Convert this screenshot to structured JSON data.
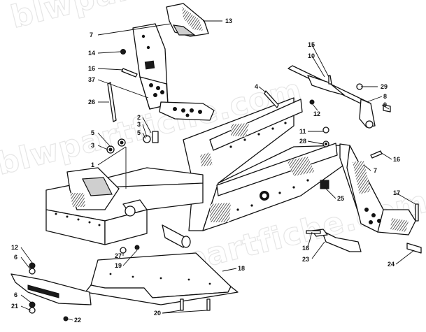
{
  "watermark": {
    "text": "blwpartfiche.com",
    "color": "#e6e6e6"
  },
  "colors": {
    "line": "#111111",
    "background": "#ffffff",
    "shading": "#cfcfcf"
  },
  "callouts": [
    {
      "id": "c1",
      "text": "1"
    },
    {
      "id": "c2",
      "text": "2"
    },
    {
      "id": "c3a",
      "text": "3"
    },
    {
      "id": "c3b",
      "text": "3"
    },
    {
      "id": "c4",
      "text": "4"
    },
    {
      "id": "c5a",
      "text": "5"
    },
    {
      "id": "c5b",
      "text": "5"
    },
    {
      "id": "c6a",
      "text": "6"
    },
    {
      "id": "c6b",
      "text": "6"
    },
    {
      "id": "c7a",
      "text": "7"
    },
    {
      "id": "c7b",
      "text": "7"
    },
    {
      "id": "c8",
      "text": "8"
    },
    {
      "id": "c9",
      "text": "9"
    },
    {
      "id": "c10",
      "text": "10"
    },
    {
      "id": "c11",
      "text": "11"
    },
    {
      "id": "c12a",
      "text": "12"
    },
    {
      "id": "c12b",
      "text": "12"
    },
    {
      "id": "c13",
      "text": "13"
    },
    {
      "id": "c14",
      "text": "14"
    },
    {
      "id": "c15",
      "text": "15"
    },
    {
      "id": "c16a",
      "text": "16"
    },
    {
      "id": "c16b",
      "text": "16"
    },
    {
      "id": "c16c",
      "text": "16"
    },
    {
      "id": "c17a",
      "text": "17"
    },
    {
      "id": "c17b",
      "text": "17"
    },
    {
      "id": "c18",
      "text": "18"
    },
    {
      "id": "c19",
      "text": "19"
    },
    {
      "id": "c20",
      "text": "20"
    },
    {
      "id": "c21",
      "text": "21"
    },
    {
      "id": "c22",
      "text": "22"
    },
    {
      "id": "c23",
      "text": "23"
    },
    {
      "id": "c24",
      "text": "24"
    },
    {
      "id": "c25",
      "text": "25"
    },
    {
      "id": "c26",
      "text": "26"
    },
    {
      "id": "c27",
      "text": "27"
    },
    {
      "id": "c28",
      "text": "28"
    },
    {
      "id": "c29",
      "text": "29"
    }
  ]
}
